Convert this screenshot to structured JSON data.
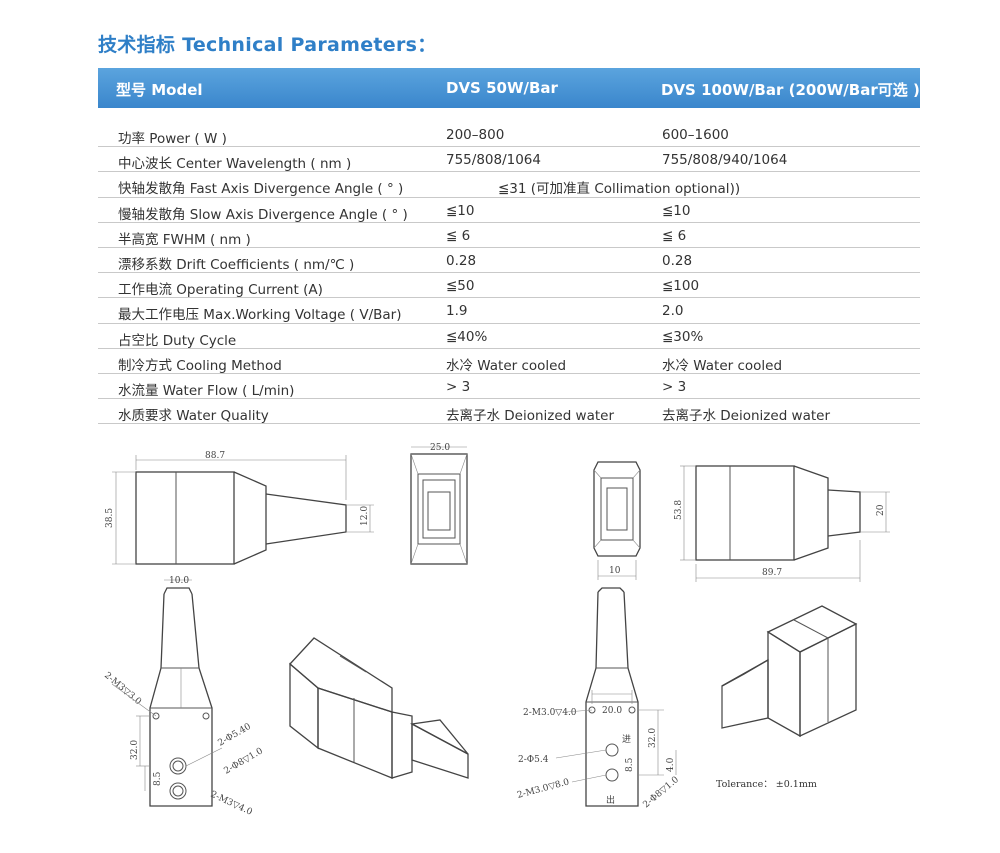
{
  "section_title": "技术指标 Technical Parameters：",
  "table": {
    "headers": [
      "型号 Model",
      "DVS 50W/Bar",
      "DVS 100W/Bar (200W/Bar可选 )"
    ],
    "rows": [
      [
        "功率 Power ( W )",
        "200–800",
        "600–1600"
      ],
      [
        "中心波长 Center Wavelength ( nm )",
        "755/808/1064",
        "755/808/940/1064"
      ],
      [
        "快轴发散角 Fast Axis Divergence Angle ( ° )",
        "≦31 (可加准直 Collimation optional))",
        ""
      ],
      [
        "慢轴发散角 Slow Axis Divergence Angle ( ° )",
        "≦10",
        "≦10"
      ],
      [
        "半高宽 FWHM ( nm )",
        "≦ 6",
        "≦ 6"
      ],
      [
        "漂移系数 Drift Coefficients ( nm/℃ )",
        "0.28",
        "0.28"
      ],
      [
        "工作电流 Operating Current (A)",
        "≦50",
        "≦100"
      ],
      [
        "最大工作电压 Max.Working Voltage ( V/Bar)",
        "1.9",
        "2.0"
      ],
      [
        "占空比 Duty Cycle",
        "≦40%",
        "≦30%"
      ],
      [
        "制冷方式 Cooling Method",
        "水冷 Water cooled",
        "水冷 Water cooled"
      ],
      [
        "水流量 Water Flow ( L/min)",
        "> 3",
        "> 3"
      ],
      [
        "水质要求 Water Quality",
        "去离子水 Deionized water",
        "去离子水 Deionized water"
      ]
    ]
  },
  "drawings": {
    "left": {
      "length": "88.7",
      "height": "38.5",
      "tip_height": "12.0",
      "front_width": "25.0",
      "tip_width": "10.0",
      "hole_m3": "2-M3▽3.0",
      "dim_32": "32.0",
      "dim_85": "8.5",
      "hole_54": "2-Φ5.40",
      "hole_8": "2-Φ8▽1.0",
      "hole_m3_bottom": "2-M3▽4.0"
    },
    "right": {
      "height": "53.8",
      "tip_height": "20",
      "length": "89.7",
      "front_width": "10",
      "hole_m3_top": "2-M3.0▽4.0",
      "dim_20": "20.0",
      "dim_32": "32.0",
      "dim_4": "4.0",
      "dim_85": "8.5",
      "hole_54": "2-Φ5.4",
      "hole_m3_bottom": "2-M3.0▽8.0",
      "hole_8": "2-Φ8▽1.0",
      "label_in": "进",
      "label_out": "出"
    },
    "tolerance": "Tolerance： ±0.1mm"
  }
}
